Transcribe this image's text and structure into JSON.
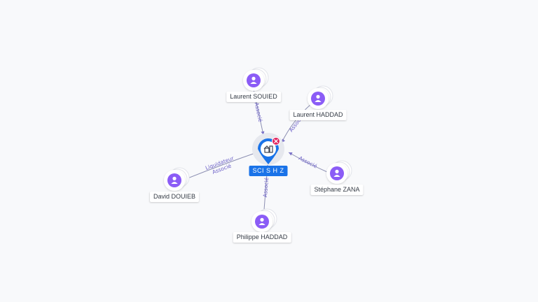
{
  "colors": {
    "person": "#8b5cf6",
    "company": "#1a73e8",
    "remove": "#e0245e",
    "edge": "#8c8fb2",
    "edge_label": "#6b5fc7"
  },
  "company": {
    "name": "SCI S H Z",
    "icon": "building-icon",
    "remove_icon": "close-icon"
  },
  "persons": [
    {
      "id": "laurent-souied",
      "name": "Laurent SOUIED",
      "icon": "person-icon"
    },
    {
      "id": "laurent-haddad",
      "name": "Laurent HADDAD",
      "icon": "person-icon"
    },
    {
      "id": "stephane-zana",
      "name": "Stéphane ZANA",
      "icon": "person-icon"
    },
    {
      "id": "philippe-haddad",
      "name": "Philippe HADDAD",
      "icon": "person-icon"
    },
    {
      "id": "david-douieb",
      "name": "David DOUIEB",
      "icon": "person-icon"
    }
  ],
  "relations": [
    {
      "from": "laurent-souied",
      "labels": [
        "Associé"
      ]
    },
    {
      "from": "laurent-haddad",
      "labels": [
        "Associé"
      ]
    },
    {
      "from": "stephane-zana",
      "labels": [
        "Associé"
      ]
    },
    {
      "from": "philippe-haddad",
      "labels": [
        "Associé"
      ]
    },
    {
      "from": "david-douieb",
      "labels": [
        "Liquidateur",
        "Associé"
      ]
    }
  ]
}
